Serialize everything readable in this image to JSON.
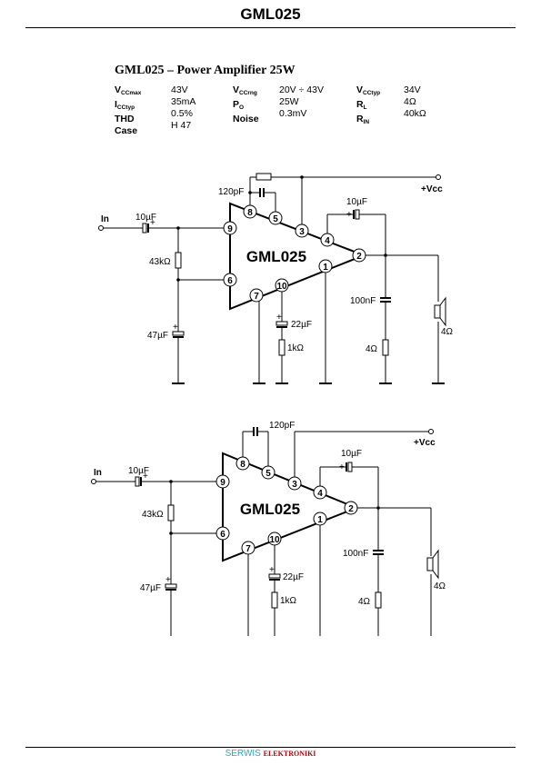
{
  "header": {
    "title": "GML025"
  },
  "document": {
    "title": "GML025 – Power Amplifier  25W"
  },
  "specs": {
    "col1": [
      {
        "label": "V",
        "sub": "CCmax",
        "value": "43V"
      },
      {
        "label": "I",
        "sub": "CCtyp",
        "value": "35mA"
      },
      {
        "label": "THD",
        "sub": "",
        "value": "0.5%"
      },
      {
        "label": "Case",
        "sub": "",
        "value": "H 47"
      }
    ],
    "col2": [
      {
        "label": "V",
        "sub": "CCrng",
        "value": "20V ÷ 43V"
      },
      {
        "label": "P",
        "sub": "O",
        "value": "25W"
      },
      {
        "label": "Noise",
        "sub": "",
        "value": "0.3mV"
      }
    ],
    "col3": [
      {
        "label": "V",
        "sub": "CCtyp",
        "value": "34V"
      },
      {
        "label": "R",
        "sub": "L",
        "value": "4Ω"
      },
      {
        "label": "R",
        "sub": "IN",
        "value": "40kΩ"
      }
    ]
  },
  "schematics": [
    {
      "chip_label": "GML025",
      "pins": [
        "9",
        "8",
        "5",
        "3",
        "4",
        "2",
        "1",
        "10",
        "7",
        "6"
      ],
      "labels": {
        "input": "In",
        "vcc": "+Vcc",
        "c_in": "10µF",
        "c_fb": "120pF",
        "c_boot": "10µF",
        "r_bias": "43kΩ",
        "c_bias": "47µF",
        "c_pin10": "22µF",
        "r_pin10": "1kΩ",
        "c_zobel": "100nF",
        "r_zobel": "4Ω",
        "speaker": "4Ω"
      }
    },
    {
      "chip_label": "GML025",
      "pins": [
        "9",
        "8",
        "5",
        "3",
        "4",
        "2",
        "1",
        "10",
        "7",
        "6"
      ],
      "labels": {
        "input": "In",
        "vcc": "+Vcc",
        "c_in": "10µF",
        "c_fb": "120pF",
        "c_boot": "10µF",
        "r_bias": "43kΩ",
        "c_bias": "47µF",
        "c_pin10": "22µF",
        "r_pin10": "1kΩ",
        "c_zobel": "100nF",
        "r_zobel": "4Ω",
        "speaker": "4Ω"
      }
    }
  ],
  "footer": {
    "brand": "SERWIS",
    "brand2": "ELEKTRONIKI"
  }
}
